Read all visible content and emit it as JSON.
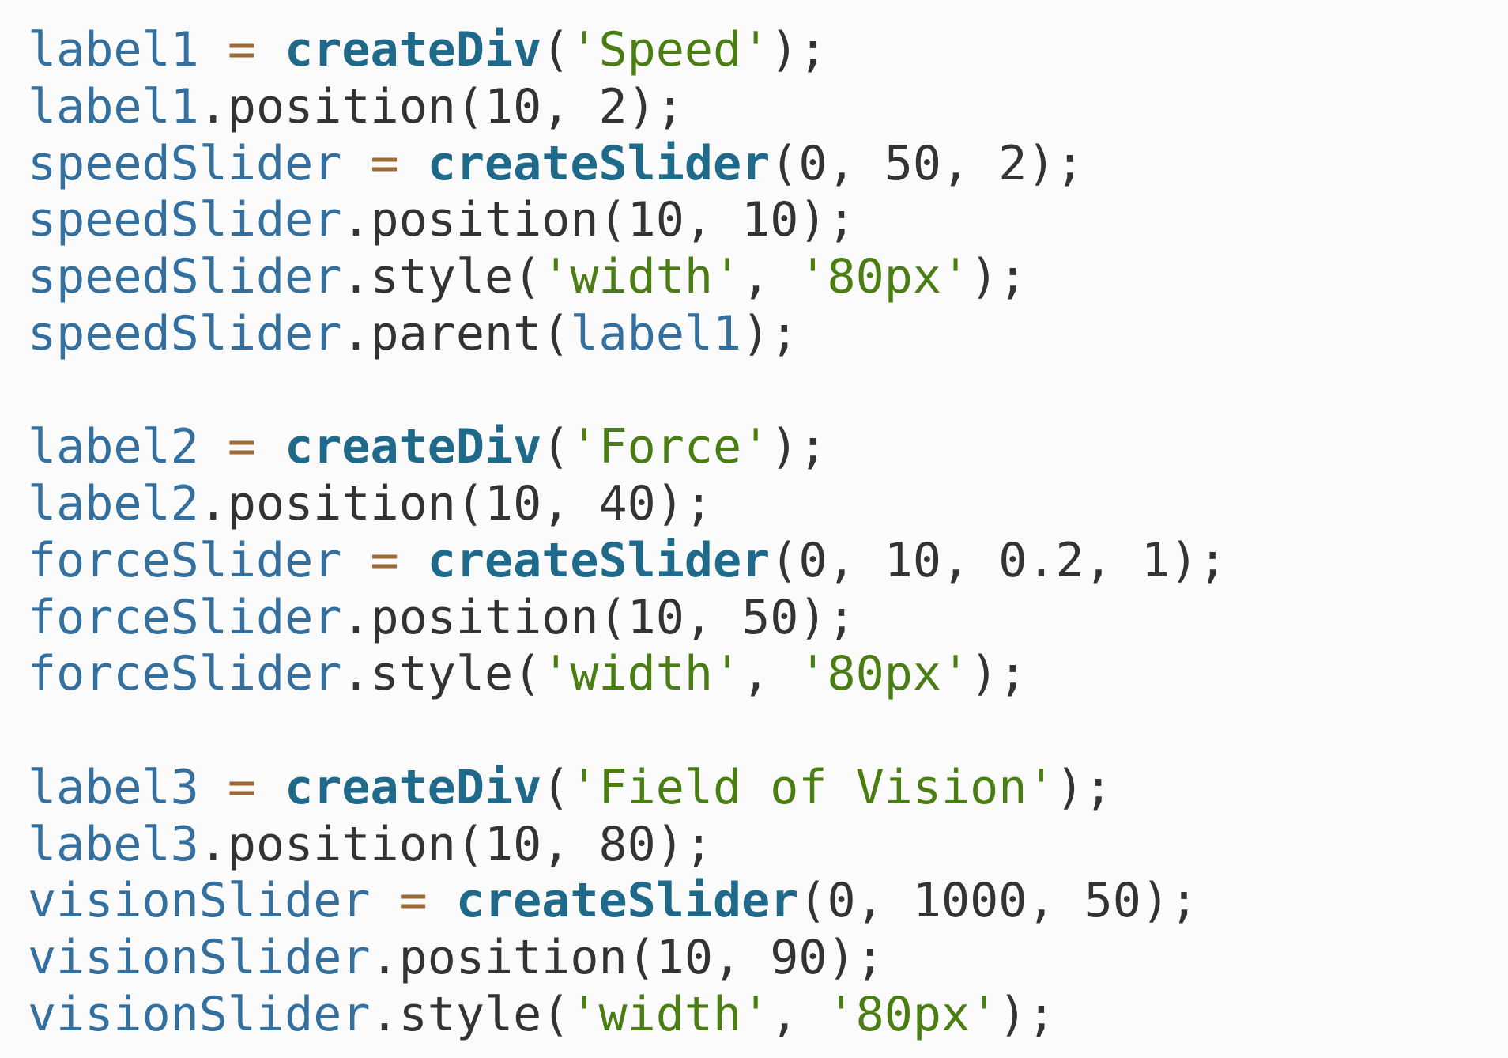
{
  "editor": {
    "theme_colors": {
      "background": "#fbfbfb",
      "variable": "#336f9f",
      "function": "#1f6a8a",
      "operator": "#9d6a37",
      "string": "#4a7e12",
      "plain": "#333333"
    },
    "lines": [
      [
        {
          "t": "var",
          "v": "label1"
        },
        {
          "t": "plain",
          "v": " "
        },
        {
          "t": "op",
          "v": "="
        },
        {
          "t": "plain",
          "v": " "
        },
        {
          "t": "fn",
          "v": "createDiv"
        },
        {
          "t": "plain",
          "v": "("
        },
        {
          "t": "str",
          "v": "'Speed'"
        },
        {
          "t": "plain",
          "v": ");"
        }
      ],
      [
        {
          "t": "var",
          "v": "label1"
        },
        {
          "t": "plain",
          "v": ".position(10, 2);"
        }
      ],
      [
        {
          "t": "var",
          "v": "speedSlider"
        },
        {
          "t": "plain",
          "v": " "
        },
        {
          "t": "op",
          "v": "="
        },
        {
          "t": "plain",
          "v": " "
        },
        {
          "t": "fn",
          "v": "createSlider"
        },
        {
          "t": "plain",
          "v": "(0, 50, 2);"
        }
      ],
      [
        {
          "t": "var",
          "v": "speedSlider"
        },
        {
          "t": "plain",
          "v": ".position(10, 10);"
        }
      ],
      [
        {
          "t": "var",
          "v": "speedSlider"
        },
        {
          "t": "plain",
          "v": ".style("
        },
        {
          "t": "str",
          "v": "'width'"
        },
        {
          "t": "plain",
          "v": ", "
        },
        {
          "t": "str",
          "v": "'80px'"
        },
        {
          "t": "plain",
          "v": ");"
        }
      ],
      [
        {
          "t": "var",
          "v": "speedSlider"
        },
        {
          "t": "plain",
          "v": ".parent("
        },
        {
          "t": "var",
          "v": "label1"
        },
        {
          "t": "plain",
          "v": ");"
        }
      ],
      [],
      [
        {
          "t": "var",
          "v": "label2"
        },
        {
          "t": "plain",
          "v": " "
        },
        {
          "t": "op",
          "v": "="
        },
        {
          "t": "plain",
          "v": " "
        },
        {
          "t": "fn",
          "v": "createDiv"
        },
        {
          "t": "plain",
          "v": "("
        },
        {
          "t": "str",
          "v": "'Force'"
        },
        {
          "t": "plain",
          "v": ");"
        }
      ],
      [
        {
          "t": "var",
          "v": "label2"
        },
        {
          "t": "plain",
          "v": ".position(10, 40);"
        }
      ],
      [
        {
          "t": "var",
          "v": "forceSlider"
        },
        {
          "t": "plain",
          "v": " "
        },
        {
          "t": "op",
          "v": "="
        },
        {
          "t": "plain",
          "v": " "
        },
        {
          "t": "fn",
          "v": "createSlider"
        },
        {
          "t": "plain",
          "v": "(0, 10, 0.2, 1);"
        }
      ],
      [
        {
          "t": "var",
          "v": "forceSlider"
        },
        {
          "t": "plain",
          "v": ".position(10, 50);"
        }
      ],
      [
        {
          "t": "var",
          "v": "forceSlider"
        },
        {
          "t": "plain",
          "v": ".style("
        },
        {
          "t": "str",
          "v": "'width'"
        },
        {
          "t": "plain",
          "v": ", "
        },
        {
          "t": "str",
          "v": "'80px'"
        },
        {
          "t": "plain",
          "v": ");"
        }
      ],
      [],
      [
        {
          "t": "var",
          "v": "label3"
        },
        {
          "t": "plain",
          "v": " "
        },
        {
          "t": "op",
          "v": "="
        },
        {
          "t": "plain",
          "v": " "
        },
        {
          "t": "fn",
          "v": "createDiv"
        },
        {
          "t": "plain",
          "v": "("
        },
        {
          "t": "str",
          "v": "'Field of Vision'"
        },
        {
          "t": "plain",
          "v": ");"
        }
      ],
      [
        {
          "t": "var",
          "v": "label3"
        },
        {
          "t": "plain",
          "v": ".position(10, 80);"
        }
      ],
      [
        {
          "t": "var",
          "v": "visionSlider"
        },
        {
          "t": "plain",
          "v": " "
        },
        {
          "t": "op",
          "v": "="
        },
        {
          "t": "plain",
          "v": " "
        },
        {
          "t": "fn",
          "v": "createSlider"
        },
        {
          "t": "plain",
          "v": "(0, 1000, 50);"
        }
      ],
      [
        {
          "t": "var",
          "v": "visionSlider"
        },
        {
          "t": "plain",
          "v": ".position(10, 90);"
        }
      ],
      [
        {
          "t": "var",
          "v": "visionSlider"
        },
        {
          "t": "plain",
          "v": ".style("
        },
        {
          "t": "str",
          "v": "'width'"
        },
        {
          "t": "plain",
          "v": ", "
        },
        {
          "t": "str",
          "v": "'80px'"
        },
        {
          "t": "plain",
          "v": ");"
        }
      ]
    ]
  }
}
